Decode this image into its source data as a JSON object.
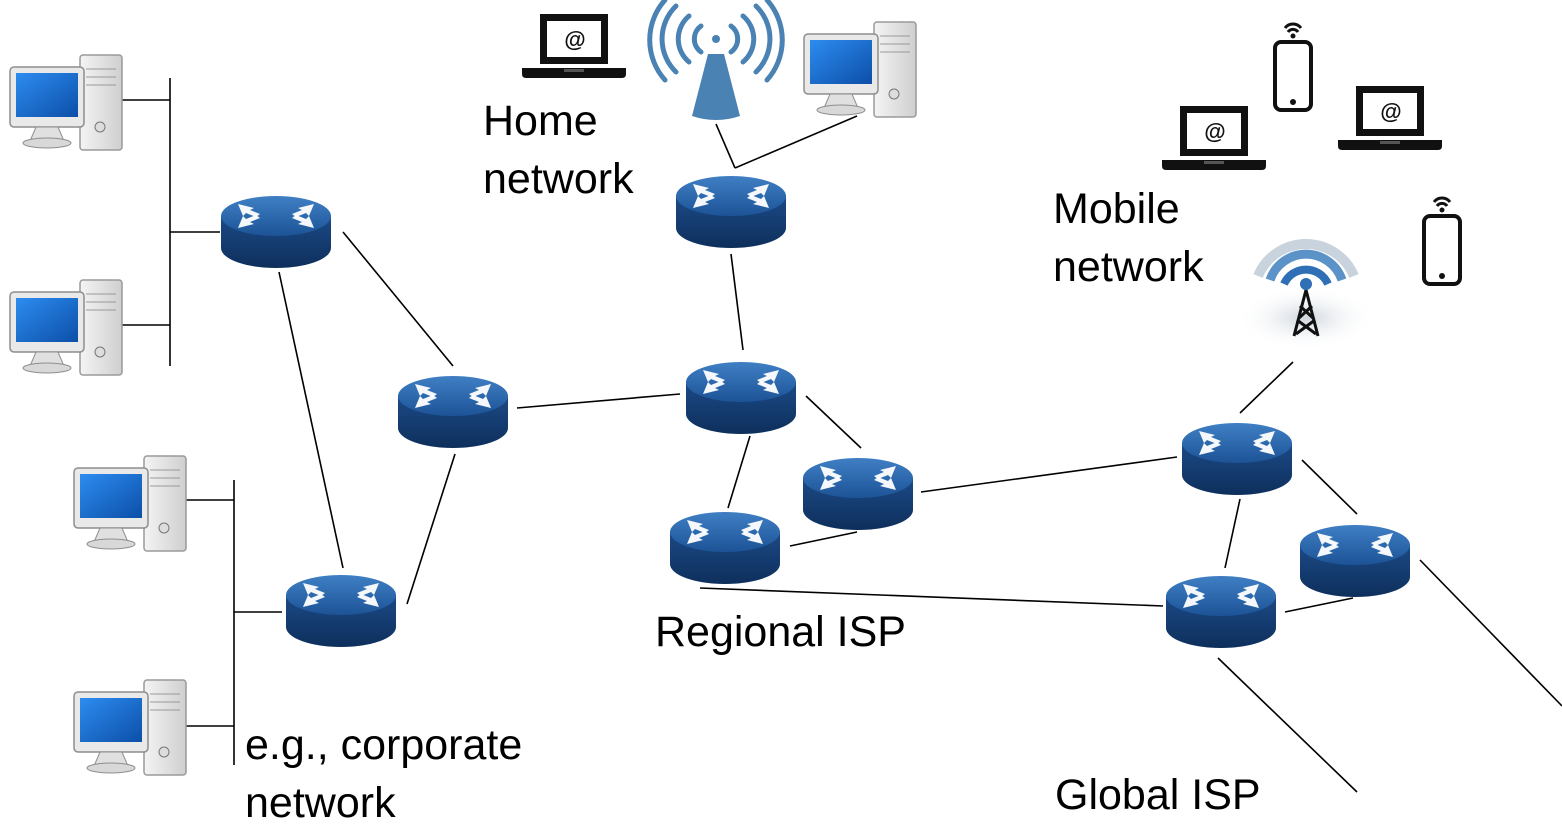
{
  "labels": {
    "home": [
      "Home",
      "network"
    ],
    "mobile": [
      "Mobile",
      "network"
    ],
    "regional": "Regional ISP",
    "global": "Global ISP",
    "corporate": [
      "e.g., corporate",
      "network"
    ]
  },
  "icons": {
    "laptop_symbol": "@"
  },
  "colors": {
    "router": "#1f4e8c",
    "router_top": "#2f6fb5",
    "router_dark": "#12335f",
    "screen": "#1e73d6",
    "wifi": "#4a82b4",
    "link": "#000000"
  }
}
